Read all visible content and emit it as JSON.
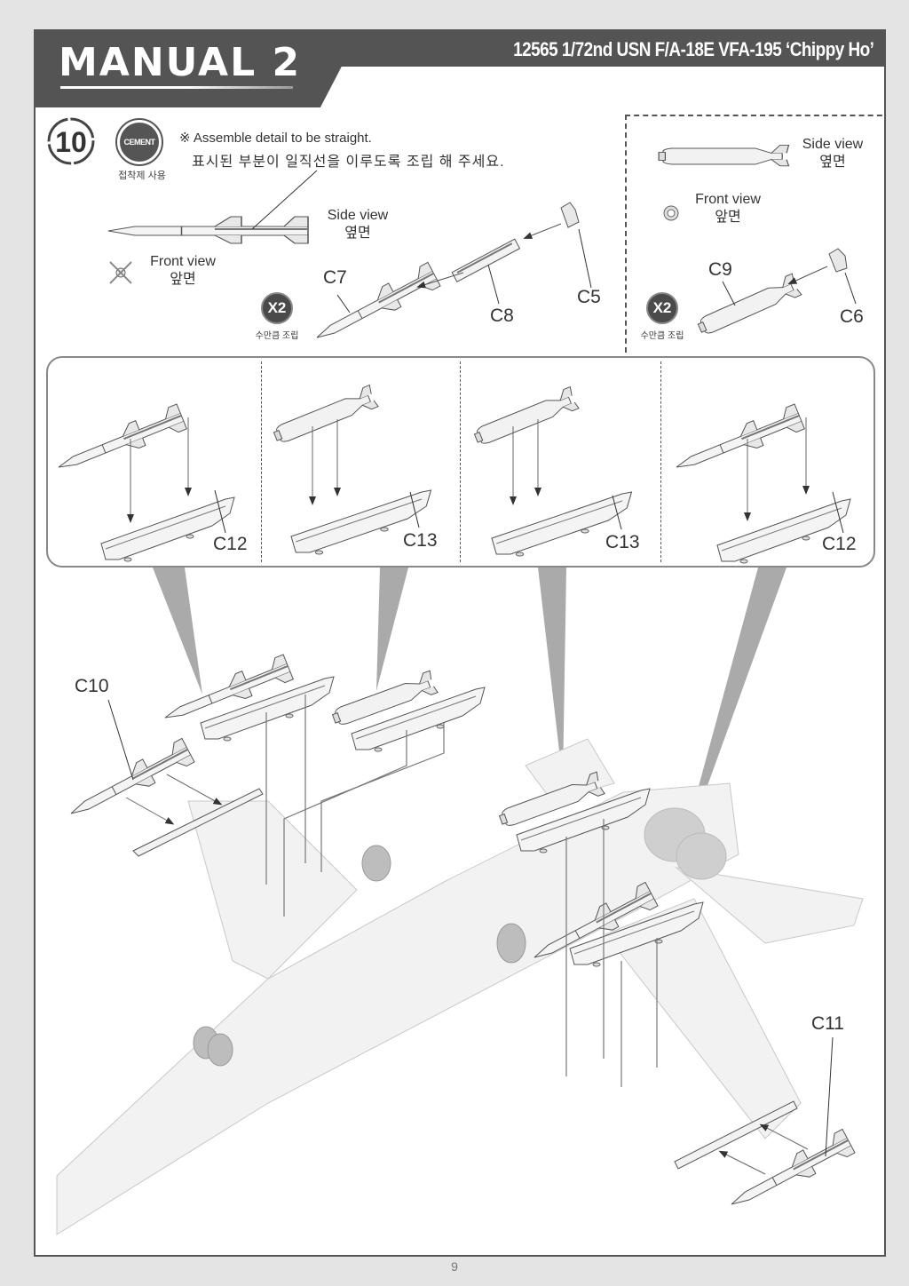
{
  "header": {
    "manual_title": "MANUAL 2",
    "model_title": "12565 1/72nd USN F/A-18E VFA-195  ‘Chippy Ho’"
  },
  "step": {
    "number": "10",
    "cement_label": "CEMENT",
    "cement_label_kr": "접착제 사용",
    "note_en": "※ Assemble detail to be straight.",
    "note_kr": "표시된 부분이 일직선을 이루도록 조립 해 주세요."
  },
  "missile_subassembly": {
    "side_view_en": "Side view",
    "side_view_kr": "옆면",
    "front_view_en": "Front view",
    "front_view_kr": "앞면",
    "quantity": "X2",
    "quantity_kr": "수만큼 조립",
    "parts": [
      "C7",
      "C8",
      "C5"
    ]
  },
  "bomb_subassembly": {
    "side_view_en": "Side view",
    "side_view_kr": "옆면",
    "front_view_en": "Front view",
    "front_view_kr": "앞면",
    "quantity": "X2",
    "quantity_kr": "수만큼 조립",
    "parts": [
      "C9",
      "C6"
    ]
  },
  "detail_panels": [
    {
      "part": "C12",
      "store": "missile"
    },
    {
      "part": "C13",
      "store": "bomb"
    },
    {
      "part": "C13",
      "store": "bomb"
    },
    {
      "part": "C12",
      "store": "missile"
    }
  ],
  "main_assembly": {
    "wingtip_parts": [
      "C10",
      "C11"
    ]
  },
  "footer": {
    "page_number": "9"
  }
}
